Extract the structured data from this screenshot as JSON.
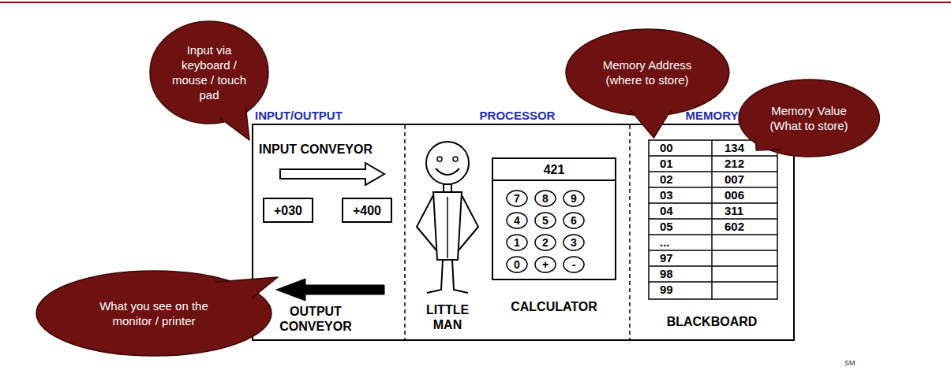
{
  "diagram": {
    "nodes": [
      {
        "text": [
          "Input via keyboard / mouse / touch pad"
        ]
      },
      {
        "text": [
          "Memory Address (where to store)"
        ]
      },
      {
        "text": [
          "Memory Value (What to store)"
        ]
      },
      {
        "text": [
          "INPUT/OUTPUT",
          "INPUT CONVEYOR",
          "OUTPUT CONVEYOR"
        ]
      },
      {
        "text": [
          "+030"
        ],
        "in": 3
      },
      {
        "text": [
          "+400"
        ],
        "in": 3
      },
      {
        "text": [
          "PROCESSOR",
          "LITTLE MAN"
        ]
      },
      {
        "text": [
          "CALCULATOR"
        ],
        "in": 6
      },
      {
        "text": [
          "421"
        ],
        "in": 7
      },
      {
        "text": [
          "7"
        ],
        "in": 7
      },
      {
        "text": [
          "8"
        ],
        "in": 7
      },
      {
        "text": [
          "9"
        ],
        "in": 7
      },
      {
        "text": [
          "4"
        ],
        "in": 7
      },
      {
        "text": [
          "5"
        ],
        "in": 7
      },
      {
        "text": [
          "6"
        ],
        "in": 7
      },
      {
        "text": [
          "1"
        ],
        "in": 7
      },
      {
        "text": [
          "2"
        ],
        "in": 7
      },
      {
        "text": [
          "3"
        ],
        "in": 7
      },
      {
        "text": [
          "0"
        ],
        "in": 7
      },
      {
        "text": [
          "+"
        ],
        "in": 7
      },
      {
        "text": [
          "-"
        ],
        "in": 7
      },
      {
        "text": [
          "MEMORY",
          "BLACKBOARD"
        ]
      },
      {
        "text": [
          "What you see on the monitor / printer"
        ]
      }
    ],
    "labels": [
      "00",
      "134",
      "01",
      "212",
      "02",
      "007",
      "03",
      "006",
      "04",
      "311",
      "05",
      "602",
      "...",
      "97",
      "98",
      "99",
      "SM"
    ]
  }
}
